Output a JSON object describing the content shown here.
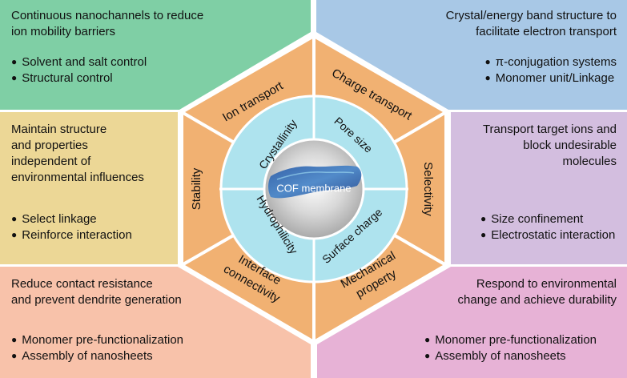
{
  "colors": {
    "green_panel": "#7fcfa5",
    "blue_panel": "#a8c8e6",
    "yellow_panel": "#ecd796",
    "purple_panel": "#d3bedf",
    "salmon_panel": "#f8c2aa",
    "pink_panel": "#e7b2d6",
    "hex_orange": "#f1b172",
    "ring_cyan": "#aee3ee",
    "core_gray": "#c6c6c6",
    "membrane_blue": "#3f6fb5"
  },
  "panels": {
    "top_left": {
      "desc": [
        "Continuous nanochannels to reduce",
        "ion mobility barriers"
      ],
      "bullets": [
        "Solvent and salt control",
        "Structural control"
      ]
    },
    "top_right": {
      "desc": [
        "Crystal/energy band structure to",
        "facilitate electron transport"
      ],
      "bullets": [
        "π-conjugation systems",
        "Monomer unit/Linkage"
      ]
    },
    "mid_left": {
      "desc": [
        "Maintain structure",
        "and properties",
        "independent of",
        "environmental influences"
      ],
      "bullets": [
        "Select linkage",
        "Reinforce interaction"
      ]
    },
    "mid_right": {
      "desc": [
        "Transport target ions and",
        "block undesirable",
        "molecules"
      ],
      "bullets": [
        "Size confinement",
        "Electrostatic interaction"
      ]
    },
    "bottom_left": {
      "desc": [
        "Reduce contact resistance",
        "and prevent dendrite generation"
      ],
      "bullets": [
        "Monomer pre-functionalization",
        "Assembly of nanosheets"
      ]
    },
    "bottom_right": {
      "desc": [
        "Respond to environmental",
        "change and achieve durability"
      ],
      "bullets": [
        "Monomer pre-functionalization",
        "Assembly of nanosheets"
      ]
    }
  },
  "hexagon": {
    "ion_transport": "Ion transport",
    "charge_transport": "Charge transport",
    "stability": "Stability",
    "selectivity": "Selectivity",
    "interface_connectivity": [
      "Interface",
      "connectivity"
    ],
    "mechanical_property": [
      "Mechanical",
      "property"
    ]
  },
  "ring": {
    "crystallinity": "Crystallinity",
    "pore_size": "Pore size",
    "hydrophilicity": "Hydrophilicity",
    "surface_charge": "Surface charge"
  },
  "center": {
    "label": "COF membrane"
  }
}
